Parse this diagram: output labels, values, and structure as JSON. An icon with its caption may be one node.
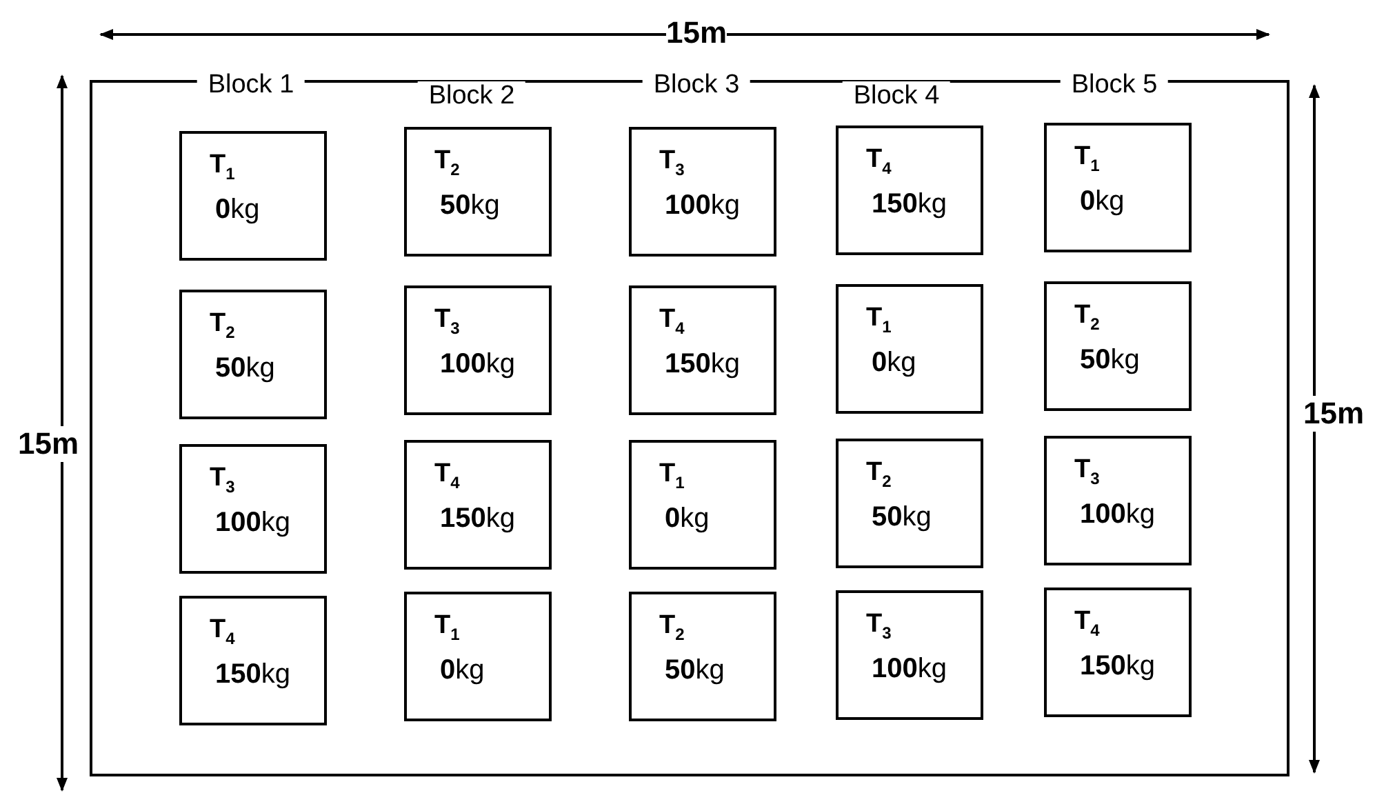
{
  "diagram": {
    "nodes": [
      {
        "text": [
          "Block 1",
          "Block 2",
          "Block 3",
          "Block 4",
          "Block 5"
        ]
      },
      {
        "text": [
          "T$_{1}$",
          "**0**kg"
        ],
        "in": 0
      },
      {
        "text": [
          "T$_{2}$",
          "**50**kg"
        ],
        "in": 0
      },
      {
        "text": [
          "T$_{3}$",
          "**100**kg"
        ],
        "in": 0
      },
      {
        "text": [
          "T$_{4}$",
          "**150**kg"
        ],
        "in": 0
      },
      {
        "text": [
          "T$_{1}$",
          "**0**kg"
        ],
        "in": 0
      },
      {
        "text": [
          "T$_{2}$",
          "**50**kg"
        ],
        "in": 0
      },
      {
        "text": [
          "T$_{3}$",
          "**100**kg"
        ],
        "in": 0
      },
      {
        "text": [
          "T$_{4}$",
          "**150**kg"
        ],
        "in": 0
      },
      {
        "text": [
          "T$_{1}$",
          "**0**kg"
        ],
        "in": 0
      },
      {
        "text": [
          "T$_{2}$",
          "**50**kg"
        ],
        "in": 0
      },
      {
        "text": [
          "T$_{3}$",
          "**100**kg"
        ],
        "in": 0
      },
      {
        "text": [
          "T$_{4}$",
          "**150**kg"
        ],
        "in": 0
      },
      {
        "text": [
          "T$_{1}$",
          "**0**kg"
        ],
        "in": 0
      },
      {
        "text": [
          "T$_{2}$",
          "**50**kg"
        ],
        "in": 0
      },
      {
        "text": [
          "T$_{3}$",
          "**100**kg"
        ],
        "in": 0
      },
      {
        "text": [
          "T$_{4}$",
          "**150**kg"
        ],
        "in": 0
      },
      {
        "text": [
          "T$_{1}$",
          "**0**kg"
        ],
        "in": 0
      },
      {
        "text": [
          "T$_{2}$",
          "**50**kg"
        ],
        "in": 0
      },
      {
        "text": [
          "T$_{3}$",
          "**100**kg"
        ],
        "in": 0
      },
      {
        "text": [
          "T$_{4}$",
          "**150**kg"
        ],
        "in": 0
      }
    ],
    "labels": [
      "15m",
      "15m",
      "15m"
    ]
  }
}
